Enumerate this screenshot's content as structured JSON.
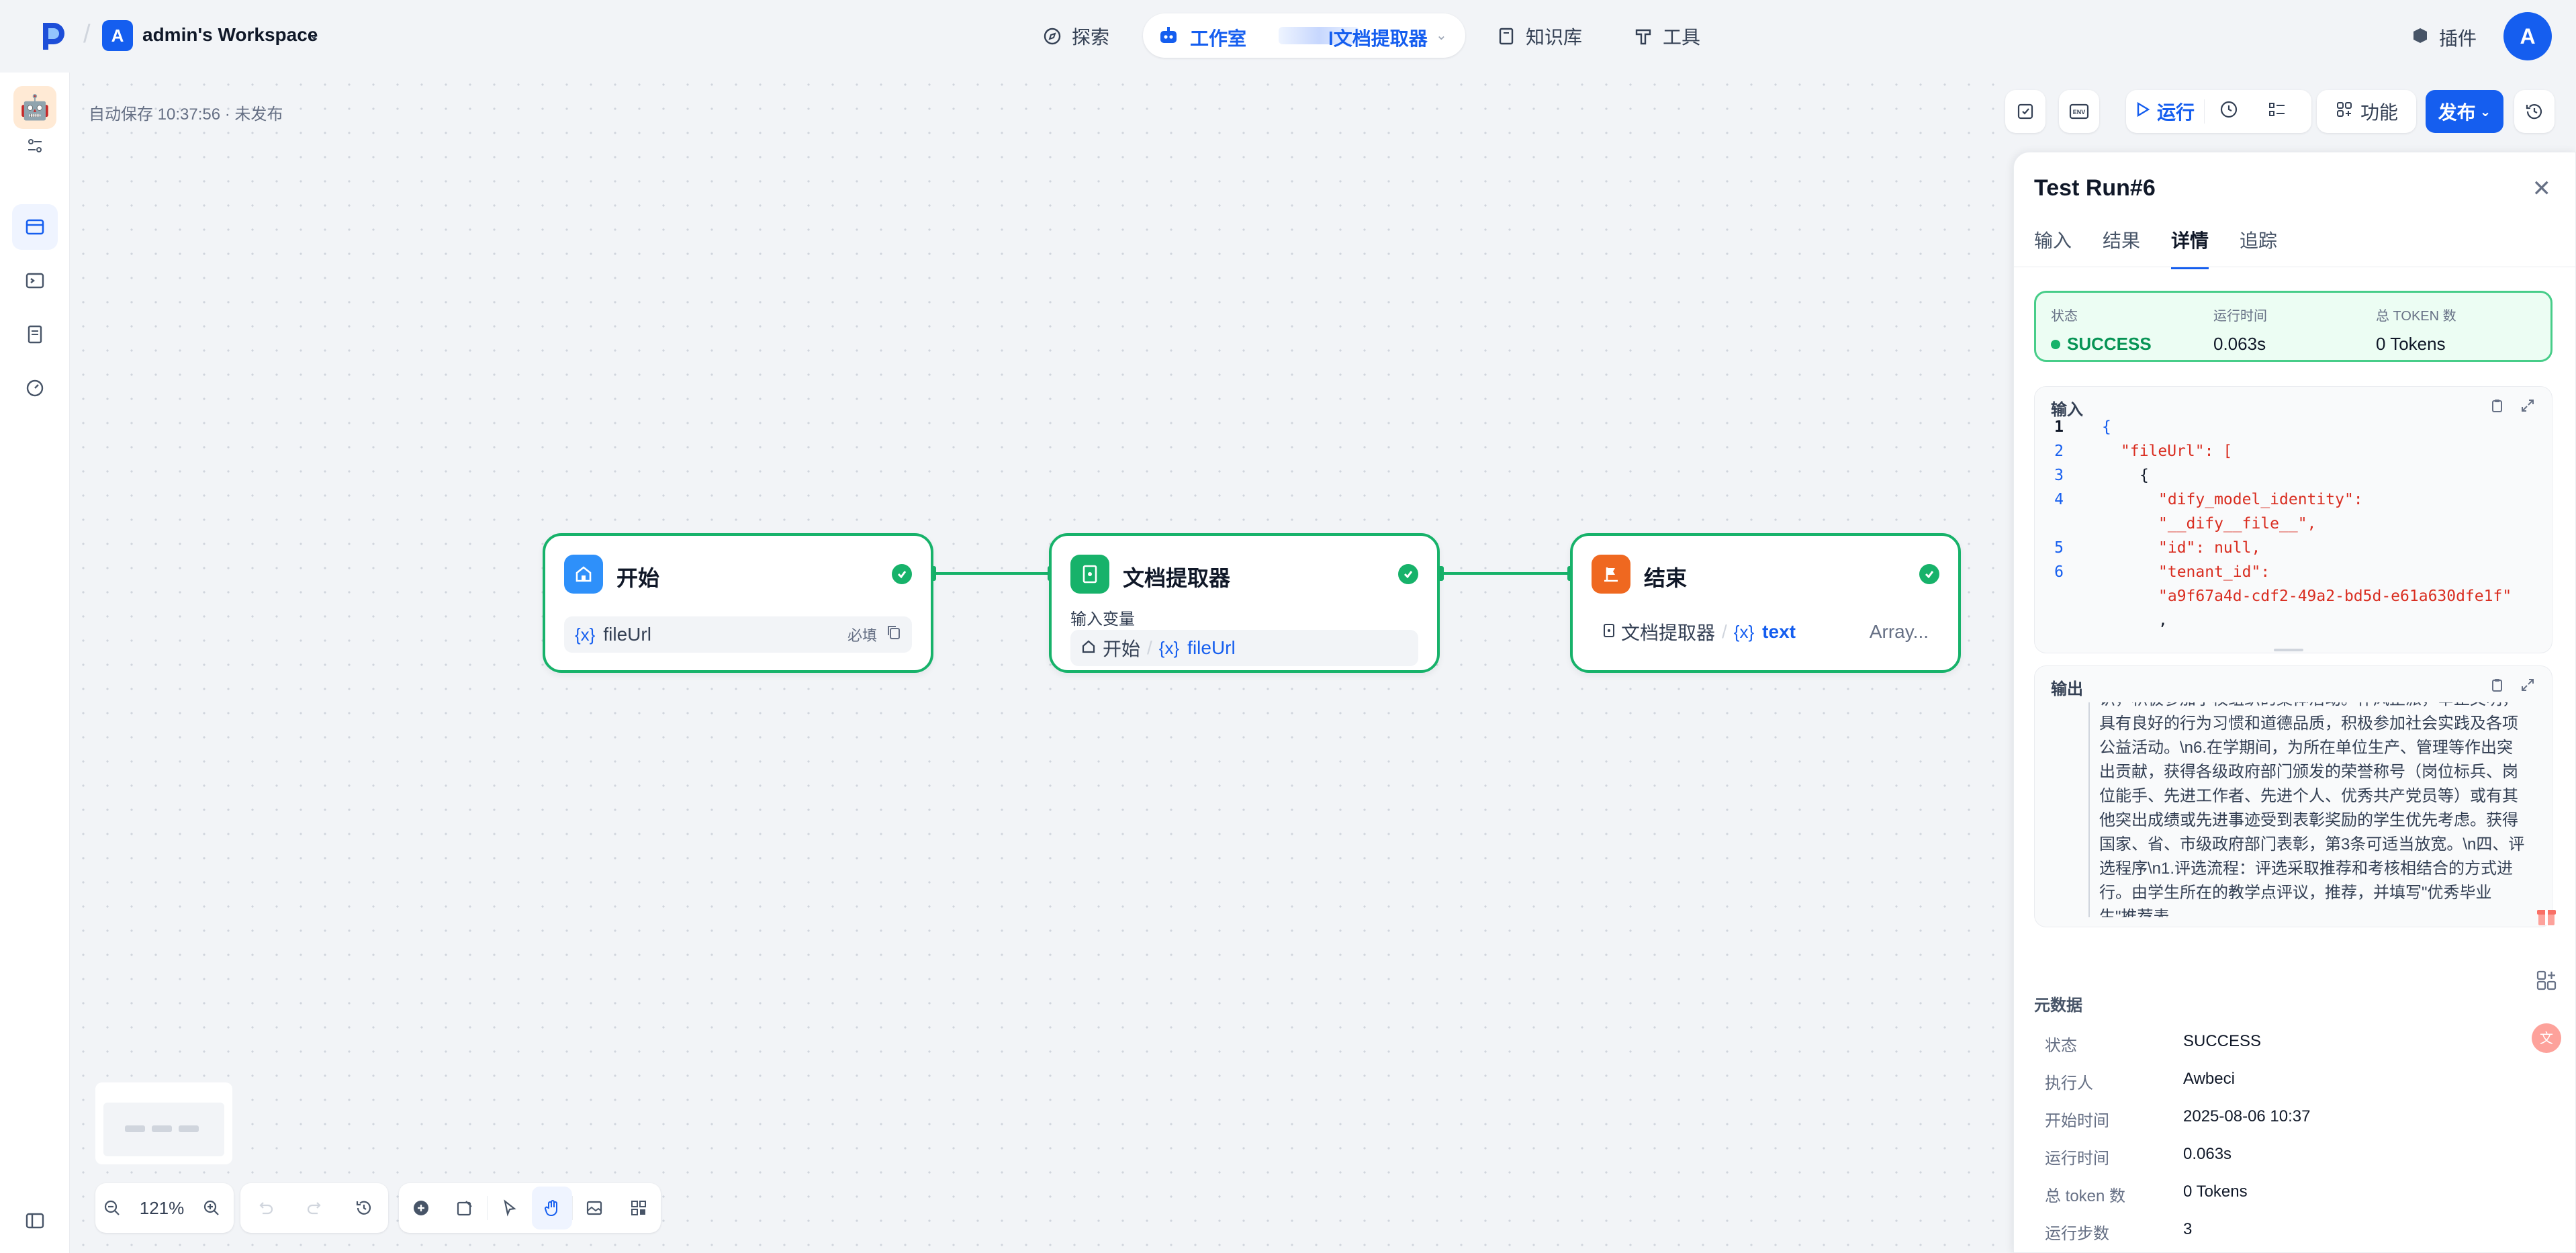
{
  "header": {
    "workspace_initial": "A",
    "workspace_name": "admin's Workspace",
    "nav": {
      "explore": "探索",
      "studio": "工作室",
      "app_name": "l文档提取器",
      "knowledge": "知识库",
      "tools": "工具"
    },
    "plugins": "插件",
    "user_initial": "A"
  },
  "canvas": {
    "autosave_text": "自动保存 10:37:56 · 未发布",
    "toolbar": {
      "run": "运行",
      "features": "功能",
      "publish": "发布"
    },
    "zoom": "121%"
  },
  "nodes": {
    "start": {
      "title": "开始",
      "var_name": "fileUrl",
      "required": "必填"
    },
    "extractor": {
      "title": "文档提取器",
      "input_label": "输入变量",
      "source_node": "开始",
      "var_name": "fileUrl"
    },
    "end": {
      "title": "结束",
      "source_node": "文档提取器",
      "var_name": "text",
      "var_type": "Array..."
    }
  },
  "panel": {
    "title": "Test Run#6",
    "tabs": [
      "输入",
      "结果",
      "详情",
      "追踪"
    ],
    "status_card": {
      "status_label": "状态",
      "status_value": "SUCCESS",
      "time_label": "运行时间",
      "time_value": "0.063s",
      "tokens_label": "总 TOKEN 数",
      "tokens_value": "0 Tokens"
    },
    "input_card": {
      "title": "输入",
      "lines": [
        {
          "n": "1",
          "text": "{"
        },
        {
          "n": "2",
          "text": "\"fileUrl\": ["
        },
        {
          "n": "3",
          "text": "{"
        },
        {
          "n": "4",
          "text": "\"dify_model_identity\":"
        },
        {
          "n": "",
          "text": "\"__dify__file__\","
        },
        {
          "n": "5",
          "text": "\"id\": null,"
        },
        {
          "n": "6",
          "text": "\"tenant_id\":"
        },
        {
          "n": "",
          "text": "\"a9f67a4d-cdf2-49a2-bd5d-e61a630dfe1f\""
        },
        {
          "n": "",
          "text": ","
        }
      ]
    },
    "output_card": {
      "title": "输出",
      "text": "识，积极参加学校组织的集体活动。作风正派，举止文明，具有良好的行为习惯和道德品质，积极参加社会实践及各项公益活动。\\n6.在学期间，为所在单位生产、管理等作出突出贡献，获得各级政府部门颁发的荣誉称号（岗位标兵、岗位能手、先进工作者、先进个人、优秀共产党员等）或有其他突出成绩或先进事迹受到表彰奖励的学生优先考虑。获得国家、省、市级政府部门表彰，第3条可适当放宽。\\n四、评选程序\\n1.评选流程：评选采取推荐和考核相结合的方式进行。由学生所在的教学点评议，推荐，并填写\"优秀毕业生\"推荐表"
    },
    "metadata": {
      "title": "元数据",
      "rows": [
        {
          "k": "状态",
          "v": "SUCCESS"
        },
        {
          "k": "执行人",
          "v": "Awbeci"
        },
        {
          "k": "开始时间",
          "v": "2025-08-06 10:37"
        },
        {
          "k": "运行时间",
          "v": "0.063s"
        },
        {
          "k": "总 token 数",
          "v": "0 Tokens"
        },
        {
          "k": "运行步数",
          "v": "3"
        }
      ]
    }
  },
  "colors": {
    "accent": "#155eef",
    "success": "#17b26a",
    "warning": "#ef6820",
    "canvas_bg": "#f2f4f7"
  }
}
